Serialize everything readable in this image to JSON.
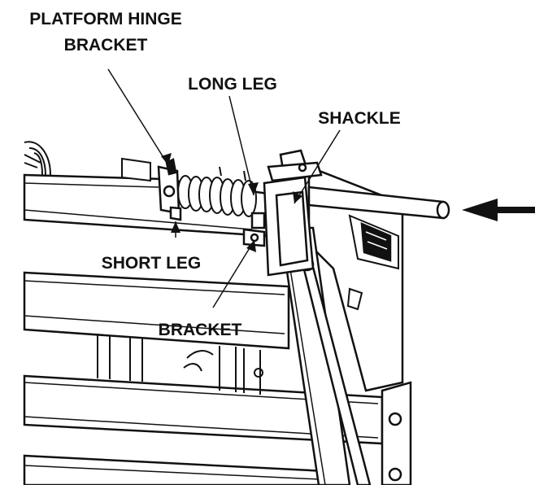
{
  "labels": {
    "platform_hinge_line1": "PLATFORM HINGE",
    "platform_hinge_line2": "BRACKET",
    "long_leg": "LONG LEG",
    "shackle": "SHACKLE",
    "short_leg": "SHORT LEG",
    "bracket": "BRACKET"
  },
  "colors": {
    "ink": "#111111",
    "paper": "#ffffff",
    "shade": "#dcdcdc"
  }
}
